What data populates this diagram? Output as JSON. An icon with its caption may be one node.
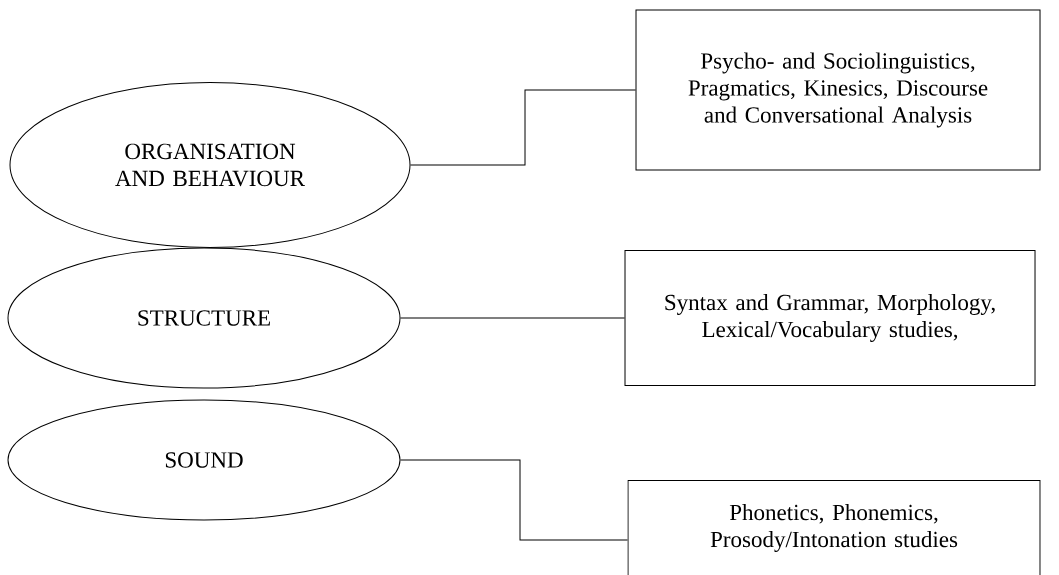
{
  "diagram": {
    "nodes": [
      {
        "text": [
          "ORGANISATION AND BEHAVIOUR"
        ]
      },
      {
        "text": [
          "Psycho- and Sociolinguistics, Pragmatics, Kinesics, Discourse and Conversational Analysis"
        ]
      },
      {
        "text": [
          "STRUCTURE"
        ]
      },
      {
        "text": [
          "Syntax and Grammar, Morphology, Lexical/Vocabulary studies,"
        ]
      },
      {
        "text": [
          "SOUND"
        ]
      },
      {
        "text": [
          "Phonetics, Phonemics, Prosody/Intonation studies"
        ]
      }
    ],
    "edges": [
      {
        "from": 0,
        "to": 1,
        "arrow": "none"
      },
      {
        "from": 2,
        "to": 3,
        "arrow": "none"
      },
      {
        "from": 4,
        "to": 5,
        "arrow": "none"
      }
    ]
  }
}
